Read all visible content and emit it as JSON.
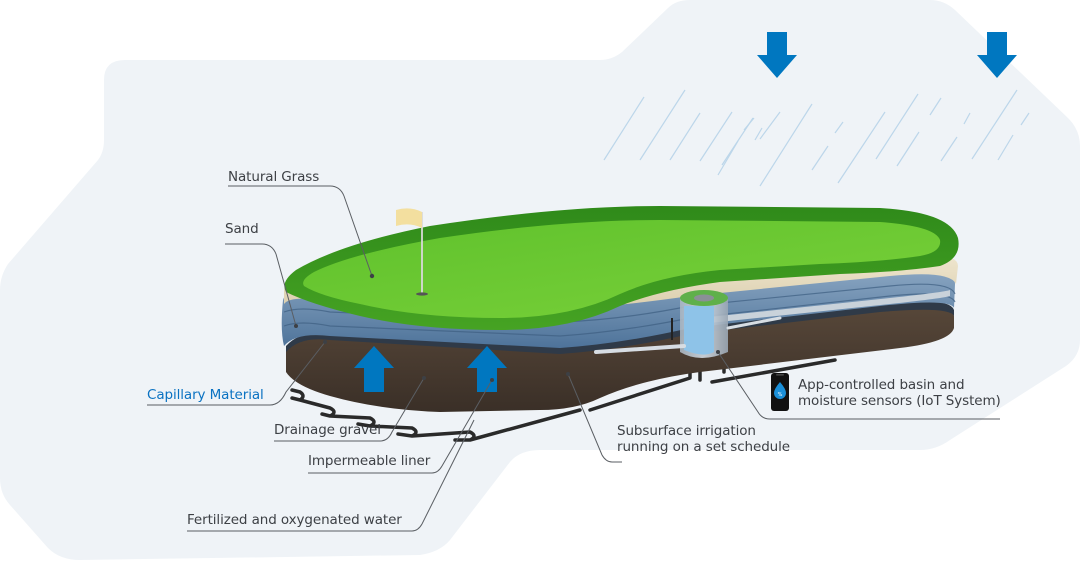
{
  "title": "Subsurface irrigation golf green cross-section",
  "colors": {
    "background_panel": "#eff3f7",
    "accent_blue": "#0077c0",
    "grass_dark": "#3b9a1f",
    "grass_light": "#6ccb2f",
    "sand": "#e6dcc2",
    "gravel": "#6f8fae",
    "liner": "#2f3a48",
    "soil": "#4b3d32",
    "label_text": "#3d4045",
    "accent_label_text": "#0a72c2",
    "leader_line": "#5a5e63",
    "rain": "#bcd6ea"
  },
  "labels": {
    "natural_grass": "Natural Grass",
    "sand": "Sand",
    "capillary_material": "Capillary Material",
    "drainage_gravel": "Drainage gravel",
    "impermeable_liner": "Impermeable liner",
    "fertilized_water": "Fertilized and oxygenated water",
    "subsurface_irrigation_line1": "Subsurface irrigation",
    "subsurface_irrigation_line2": "running on a set schedule",
    "iot_line1": "App-controlled basin and",
    "iot_line2": "moisture sensors (IoT System)"
  },
  "icons": {
    "rain_arrow": "arrow-down",
    "capillary_arrow": "arrow-up",
    "phone": "smartphone-water-drop",
    "flag": "golf-flag"
  },
  "phone_glyph": "%"
}
